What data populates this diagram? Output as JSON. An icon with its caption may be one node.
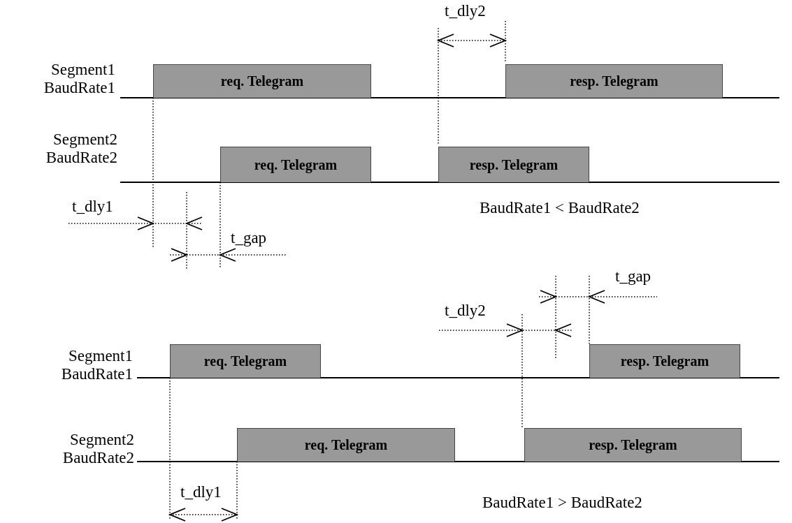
{
  "diagram": {
    "nodes": [
      {
        "text": [
          "req. Telegram"
        ]
      },
      {
        "text": [
          "resp. Telegram"
        ]
      },
      {
        "text": [
          "req. Telegram"
        ]
      },
      {
        "text": [
          "resp. Telegram"
        ]
      },
      {
        "text": [
          "req. Telegram"
        ]
      },
      {
        "text": [
          "resp. Telegram"
        ]
      },
      {
        "text": [
          "req. Telegram"
        ]
      },
      {
        "text": [
          "resp. Telegram"
        ]
      }
    ],
    "labels": [
      "t_dly2",
      "Segment1 BaudRate1",
      "Segment2 BaudRate2",
      "t_dly1",
      "BaudRate1 < BaudRate2",
      "t_gap",
      "t_gap",
      "t_dly2",
      "Segment1 BaudRate1",
      "Segment2 BaudRate2",
      "t_dly1",
      "BaudRate1 > BaudRate2"
    ]
  }
}
